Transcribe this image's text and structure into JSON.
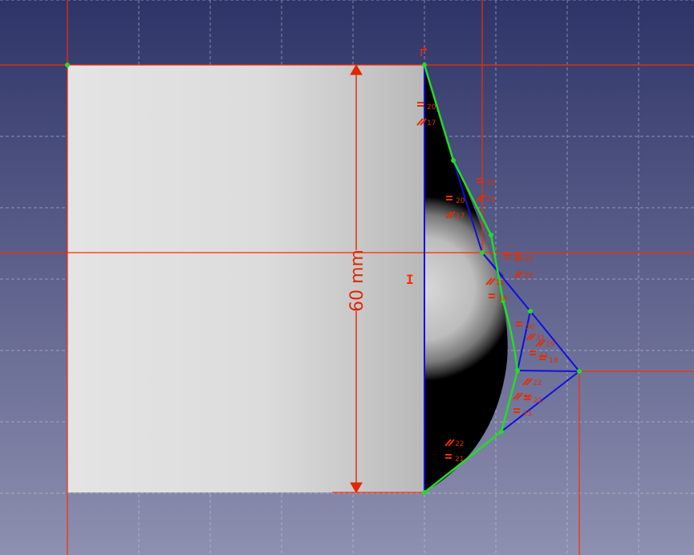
{
  "view": {
    "background_top": "#2e3468",
    "background_bottom": "#8e90b0",
    "grid_color": "#c8c8e0",
    "axis_color": "#ff2a00",
    "solid_light": "#e6e6e6",
    "solid_dark": "#000000"
  },
  "dimension": {
    "label": "60 mm",
    "color": "#e02800"
  },
  "sketch": {
    "curve_color": "#22dd22",
    "control_polygon_color": "#1010e0",
    "construction_axis_color": "#1010e0",
    "constraint_color": "#e03000",
    "point_color": "#22dd22"
  },
  "constraint_labels": [
    "20",
    "17",
    "20",
    "17",
    "30",
    "29",
    "30",
    "30",
    "28",
    "18",
    "18",
    "30",
    "31",
    "19",
    "31",
    "18",
    "22",
    "30",
    "21",
    "21",
    "22",
    "21"
  ],
  "markers": {
    "text_cursor": "I",
    "origin_symbol": "↱"
  }
}
